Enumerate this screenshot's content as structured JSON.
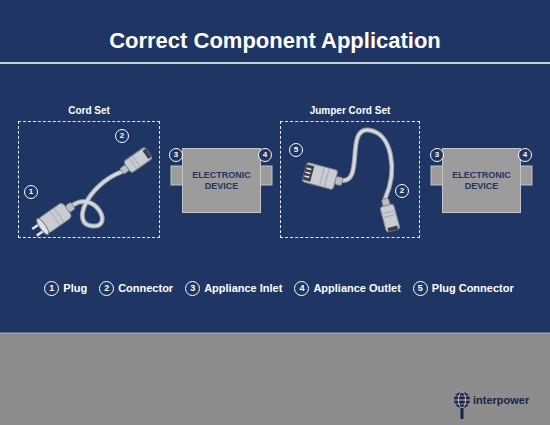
{
  "diagram": {
    "title": "Correct Component Application",
    "nodes": [
      {
        "text": [
          "Cord Set"
        ]
      },
      {
        "text": [
          "ELECTRONIC DEVICE"
        ]
      },
      {
        "text": [
          "Jumper Cord Set"
        ]
      },
      {
        "text": [
          "ELECTRONIC DEVICE"
        ]
      }
    ],
    "labels": [
      "2",
      "1",
      "3",
      "4",
      "5",
      "2",
      "3",
      "4",
      "1",
      "2",
      "3",
      "4",
      "5",
      "interpower"
    ],
    "legend": [
      {
        "text": "Plug"
      },
      {
        "text": "Connector"
      },
      {
        "text": "Appliance Inlet"
      },
      {
        "text": "Appliance Outlet"
      },
      {
        "text": "Plug Connector"
      }
    ]
  }
}
